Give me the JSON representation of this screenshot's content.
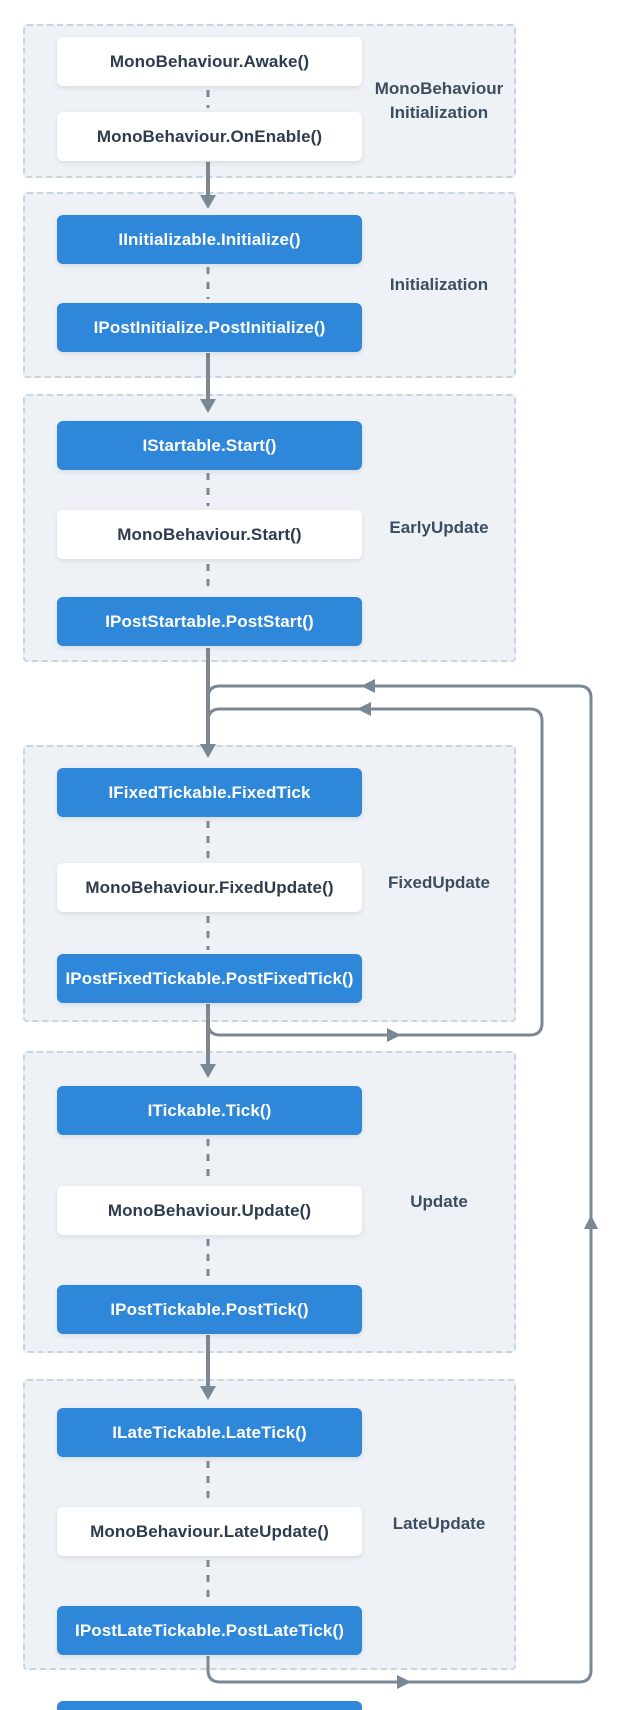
{
  "colors": {
    "node_blue": "#2e87d9",
    "node_white": "#ffffff",
    "section_bg": "#eef2f6",
    "section_border": "#c8d4df",
    "flow_line": "#7b8894",
    "node_text_dark": "#2c3c4e",
    "label_text": "#3d4d5f"
  },
  "sections": [
    {
      "label_lines": [
        "MonoBehaviour",
        "Initialization"
      ],
      "boxes": [
        {
          "text": "MonoBehaviour.Awake()",
          "style": "white"
        },
        {
          "text": "MonoBehaviour.OnEnable()",
          "style": "white"
        }
      ]
    },
    {
      "label": "Initialization",
      "boxes": [
        {
          "text": "IInitializable.Initialize()",
          "style": "blue"
        },
        {
          "text": "IPostInitialize.PostInitialize()",
          "style": "blue"
        }
      ]
    },
    {
      "label": "EarlyUpdate",
      "boxes": [
        {
          "text": "IStartable.Start()",
          "style": "blue"
        },
        {
          "text": "MonoBehaviour.Start()",
          "style": "white"
        },
        {
          "text": "IPostStartable.PostStart()",
          "style": "blue"
        }
      ]
    },
    {
      "label": "FixedUpdate",
      "boxes": [
        {
          "text": "IFixedTickable.FixedTick",
          "style": "blue"
        },
        {
          "text": "MonoBehaviour.FixedUpdate()",
          "style": "white"
        },
        {
          "text": "IPostFixedTickable.PostFixedTick()",
          "style": "blue"
        }
      ]
    },
    {
      "label": "Update",
      "boxes": [
        {
          "text": "ITickable.Tick()",
          "style": "blue"
        },
        {
          "text": "MonoBehaviour.Update()",
          "style": "white"
        },
        {
          "text": "IPostTickable.PostTick()",
          "style": "blue"
        }
      ]
    },
    {
      "label": "LateUpdate",
      "boxes": [
        {
          "text": "ILateTickable.LateTick()",
          "style": "blue"
        },
        {
          "text": "MonoBehaviour.LateUpdate()",
          "style": "white"
        },
        {
          "text": "IPostLateTickable.PostLateTick()",
          "style": "blue"
        }
      ]
    }
  ]
}
